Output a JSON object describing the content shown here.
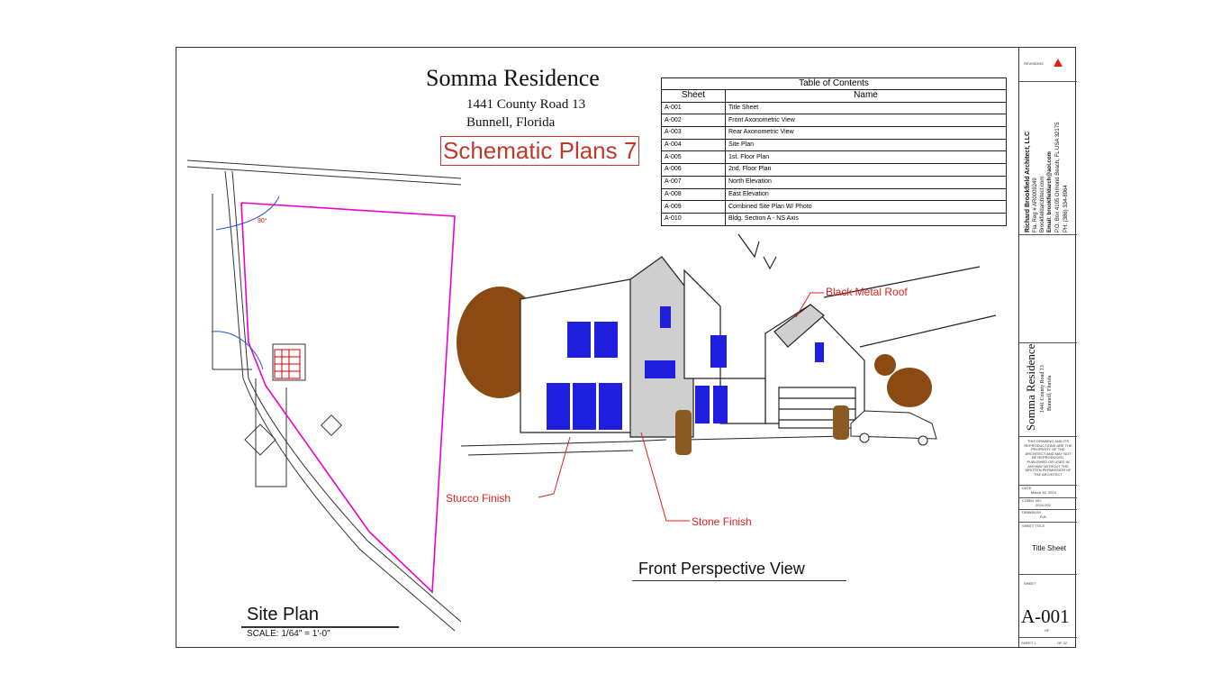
{
  "project": {
    "title": "Somma Residence",
    "address_line1": "1441 County Road 13",
    "address_line2": "Bunnell, Florida",
    "schematic_label": "Schematic Plans 7"
  },
  "toc": {
    "caption": "Table of Contents",
    "headers": [
      "Sheet",
      "Name"
    ],
    "rows": [
      {
        "sheet": "A-001",
        "name": "Title Sheet"
      },
      {
        "sheet": "A-002",
        "name": "Front Axonometric View"
      },
      {
        "sheet": "A-003",
        "name": "Rear Axonometric View"
      },
      {
        "sheet": "A-004",
        "name": "Site Plan"
      },
      {
        "sheet": "A-005",
        "name": "1st. Floor Plan"
      },
      {
        "sheet": "A-006",
        "name": "2nd. Floor Plan"
      },
      {
        "sheet": "A-007",
        "name": "North Elevation"
      },
      {
        "sheet": "A-008",
        "name": "East Elevation"
      },
      {
        "sheet": "A-009",
        "name": "Combined Site Plan W/ Photo"
      },
      {
        "sheet": "A-010",
        "name": "Bldg. Section A - NS Axis"
      }
    ]
  },
  "annotations": {
    "roof": "Black Metal Roof",
    "stucco": "Stucco Finish",
    "stone": "Stone Finish"
  },
  "views": {
    "front_title": "Front Perspective View",
    "site_title": "Site Plan",
    "site_scale": "SCALE: 1/64\" =     1'-0\"",
    "angle_label": "90°"
  },
  "titleblock": {
    "revisions": "REVISIONS",
    "architect": "Richard Brookfield Architect, LLC",
    "reg": "Fla. Reg # AR0009249",
    "web": "Brookfieldarchitect.com",
    "email": "Email: brookfieldarch@aol.com",
    "po": "P.O. Box 4105 Ormond Beach, FL USA 32175",
    "phone": "PH: (386) 334-8964",
    "project_title": "Somma Residence",
    "project_addr1": "1441 County Road 13",
    "project_addr2": "Bunnell, Florida",
    "disclaimer": "THIS DRAWING AND ITS REPRODUCTIONS ARE THE PROPERTY OF THE ARCHITECT AND MAY NOT BE REPRODUCED, PUBLISHED OR USED IN ANYWAY WITHOUT THE WRITTEN PERMISSION OF THE ARCHITECT",
    "date_label": "DATE",
    "date_value": "March 26, 2024",
    "comm_label": "COMM. NO.",
    "comm_value": "2024-202",
    "drawn_label": "DRAWN BY",
    "drawn_value": "R.B.",
    "sheet_title_label": "SHEET TITLE",
    "sheet_title": "Title Sheet",
    "sheet_label": "SHEET",
    "sheet_number": "A-001",
    "of_label": "OF",
    "sheet_count_left": "SHEET 1",
    "sheet_count_right": "OF 22"
  },
  "colors": {
    "accent_red": "#e0201c",
    "schematic_red": "#c0392b",
    "window_blue": "#1f1fe0",
    "property_line": "#ee00cc",
    "tree_brown": "#8a4a12"
  }
}
